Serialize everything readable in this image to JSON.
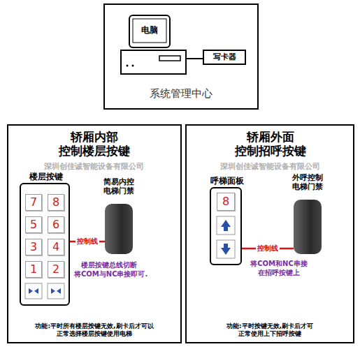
{
  "diagram": {
    "nodes": [
      {
        "text": [
          "系统管理中心"
        ]
      },
      {
        "text": [
          "电脑"
        ],
        "in": 0
      },
      {
        "text": [
          "写卡器"
        ],
        "in": 0
      },
      {
        "text": [
          "轿厢内部 控制楼层按键",
          "功能:平时所有楼层按键无效,刷卡后才可以 正常选择楼层按键使用电梯"
        ]
      },
      {
        "text": [
          "楼层按键"
        ],
        "in": 3
      },
      {
        "text": [
          "7"
        ],
        "in": 4
      },
      {
        "text": [
          "8"
        ],
        "in": 4
      },
      {
        "text": [
          "5"
        ],
        "in": 4
      },
      {
        "text": [
          "6"
        ],
        "in": 4
      },
      {
        "text": [
          "3"
        ],
        "in": 4
      },
      {
        "text": [
          "4"
        ],
        "in": 4
      },
      {
        "text": [
          "1"
        ],
        "in": 4
      },
      {
        "text": [
          "2"
        ],
        "in": 4
      },
      {
        "text": [
          "简易内控 电梯门禁"
        ],
        "in": 3
      },
      {
        "text": [
          "轿厢外面 控制招呼按键",
          "功能:平时按键无效,刷卡后才可 正常使用上下招呼按键"
        ]
      },
      {
        "text": [
          "呼梯面板"
        ],
        "in": 14
      },
      {
        "text": [
          "8"
        ],
        "in": 15
      },
      {
        "text": [
          "外呼控制 电梯门禁"
        ],
        "in": 14
      }
    ],
    "edges": [
      {
        "from": 1,
        "to": 2,
        "arrow": "none"
      },
      {
        "from": 13,
        "to": 4,
        "label": "控制线",
        "arrow": "none"
      },
      {
        "from": 17,
        "to": 15,
        "label": "控制线",
        "arrow": "none"
      }
    ],
    "labels": [
      "深圳创佳诚智能设备有限公司",
      "楼层按键总线切断 将COM与NC串接即可.",
      "深圳创佳诚智能设备有限公司",
      "将COM和NC串接 在招呼按键上"
    ]
  }
}
